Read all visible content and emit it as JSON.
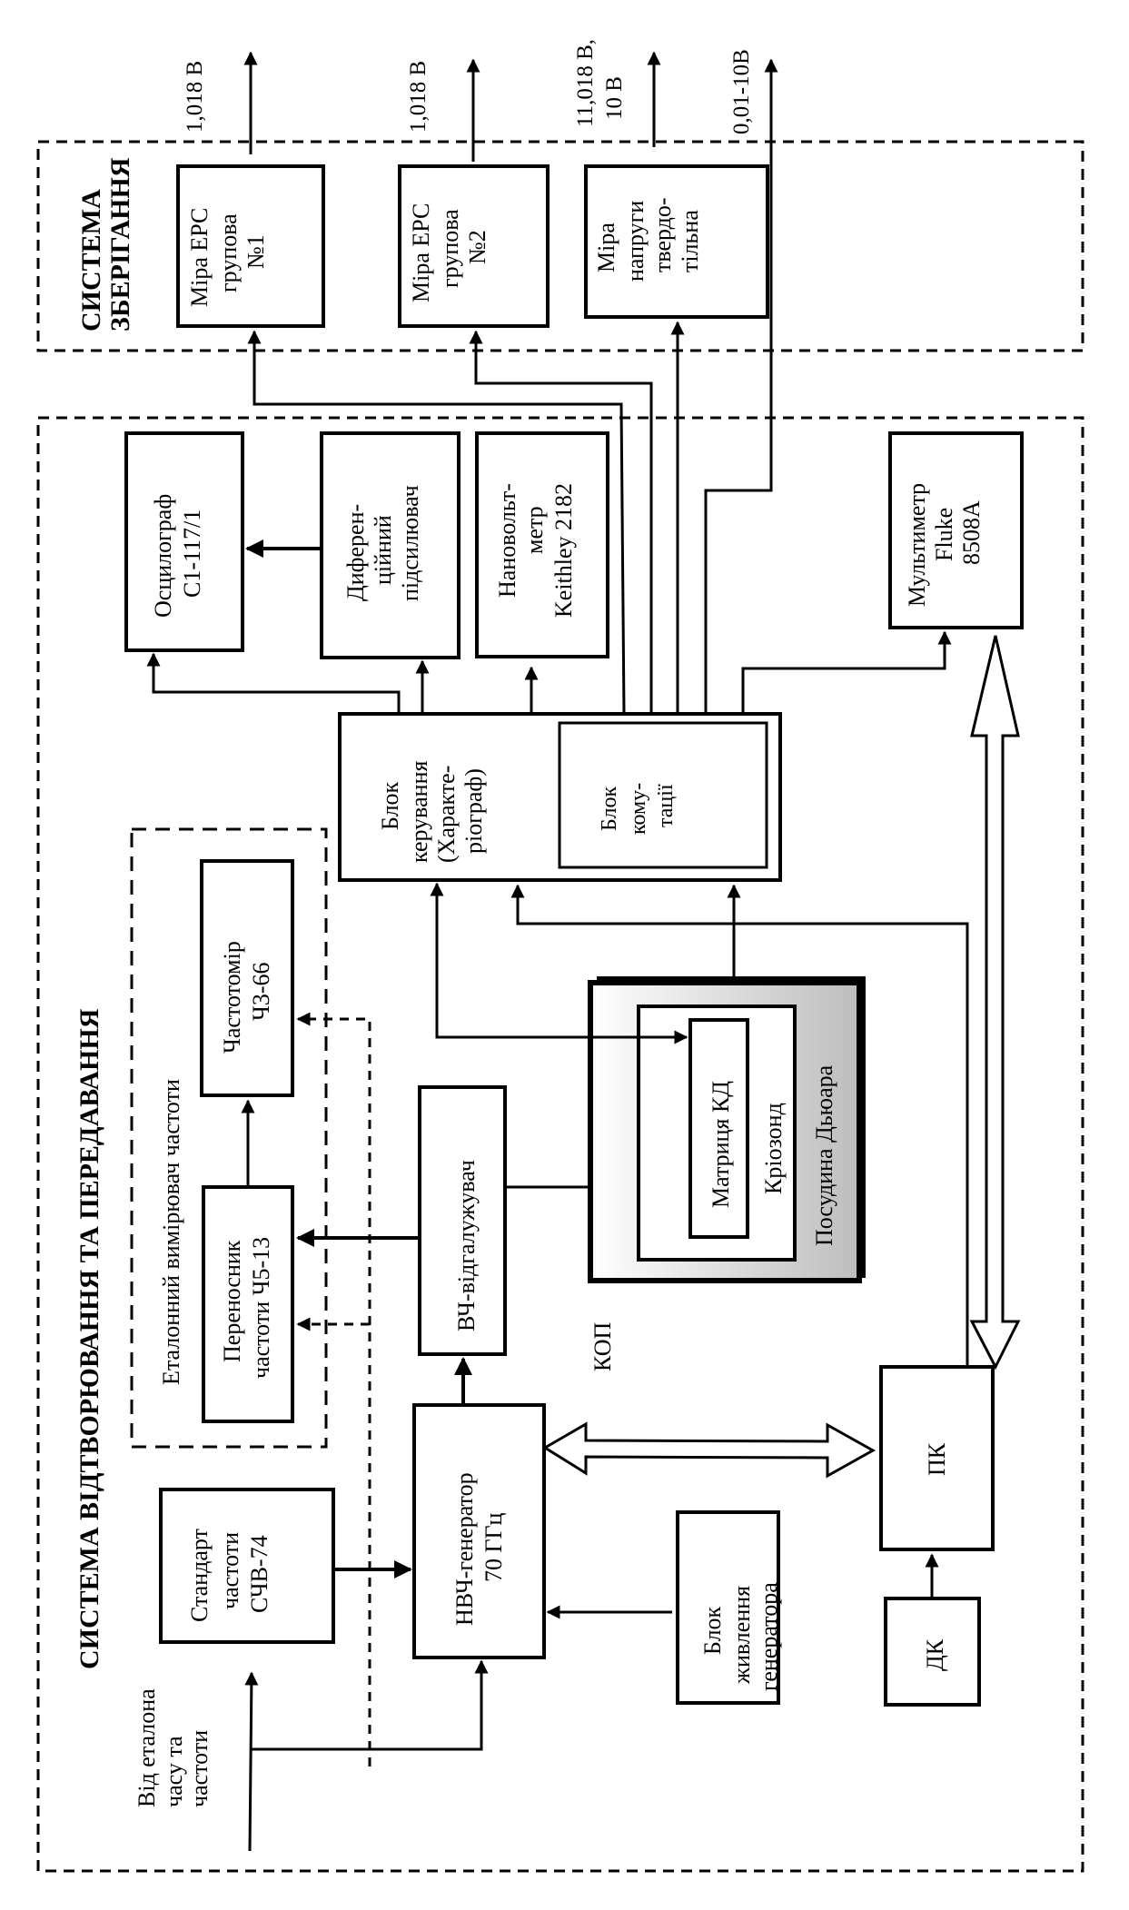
{
  "diagram": {
    "storage_system": {
      "title_line1": "СИСТЕМА",
      "title_line2": "ЗБЕРІГАННЯ",
      "blocks": [
        {
          "id": "emf1",
          "lines": [
            "Міра ЕРС",
            "групова",
            "№1"
          ],
          "output": [
            "1,018 В"
          ]
        },
        {
          "id": "emf2",
          "lines": [
            "Міра ЕРС",
            "групова",
            "№2"
          ],
          "output": [
            "1,018 В"
          ]
        },
        {
          "id": "solid",
          "lines": [
            "Міра",
            "напруги",
            "твердо-",
            "тільна"
          ],
          "output": [
            "11,018 В,",
            "10 В"
          ]
        }
      ],
      "extra_output": [
        "0,01-10В"
      ]
    },
    "reproduction_system": {
      "title": "СИСТЕМА ВІДТВОРЮВАННЯ ТА ПЕРЕДАВАННЯ",
      "oscilloscope": [
        "Осцилограф",
        "С1-117/1"
      ],
      "diff_amp": [
        "Диферен-",
        "ційний",
        "підсилювач"
      ],
      "nanovoltmeter": [
        "Нановольт-",
        "метр",
        "Keithley 2182"
      ],
      "multimeter": [
        "Мультиметр",
        "Fluke",
        "8508A"
      ],
      "control_block": [
        "Блок",
        "керування",
        "(Характе-",
        "ріограф)"
      ],
      "switch_block": [
        "Блок",
        "кому-",
        "тації"
      ],
      "ref_freq_group": "Еталонний вимірювач частоти",
      "freq_counter": [
        "Частотомір",
        "Ч3-66"
      ],
      "freq_transfer": [
        "Переносник",
        "частоти Ч5-13"
      ],
      "hf_splitter": [
        "ВЧ-відгалужувач"
      ],
      "dewar": [
        "Посудина Дьюара"
      ],
      "cryoprobe": [
        "Кріозонд"
      ],
      "matrix": [
        "Матриця КД"
      ],
      "freq_standard": [
        "Стандарт",
        "частоти",
        "СЧВ-74"
      ],
      "generator": [
        "НВЧ-генератор",
        "70 ГГц"
      ],
      "bus_label": "КОП",
      "pc": [
        "ПК"
      ],
      "power_block": [
        "Блок",
        "живлення",
        "генератора"
      ],
      "dk": [
        "ДК"
      ],
      "input_label": [
        "Від еталона",
        "часу та",
        "частоти"
      ]
    },
    "colors": {
      "line": "#000000",
      "background": "#ffffff",
      "dewar_gradient_start": "#ffffff",
      "dewar_gradient_end": "#bdbdbd"
    }
  }
}
